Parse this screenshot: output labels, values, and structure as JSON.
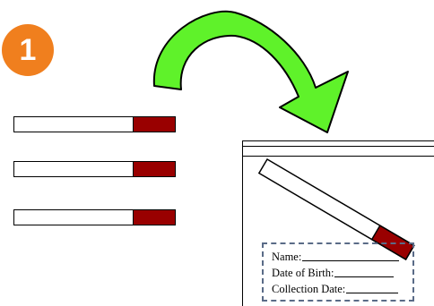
{
  "step": {
    "number": "1"
  },
  "colors": {
    "badge": "#f07f1e",
    "arrow": "#5ff22a",
    "cap": "#990000",
    "dashed_border": "#5a6b87"
  },
  "icons": [
    "curved-arrow-icon",
    "test-tube-icon",
    "specimen-bag-icon"
  ],
  "label": {
    "name": "Name:",
    "dob": "Date of Birth:",
    "collection": "Collection Date:"
  }
}
